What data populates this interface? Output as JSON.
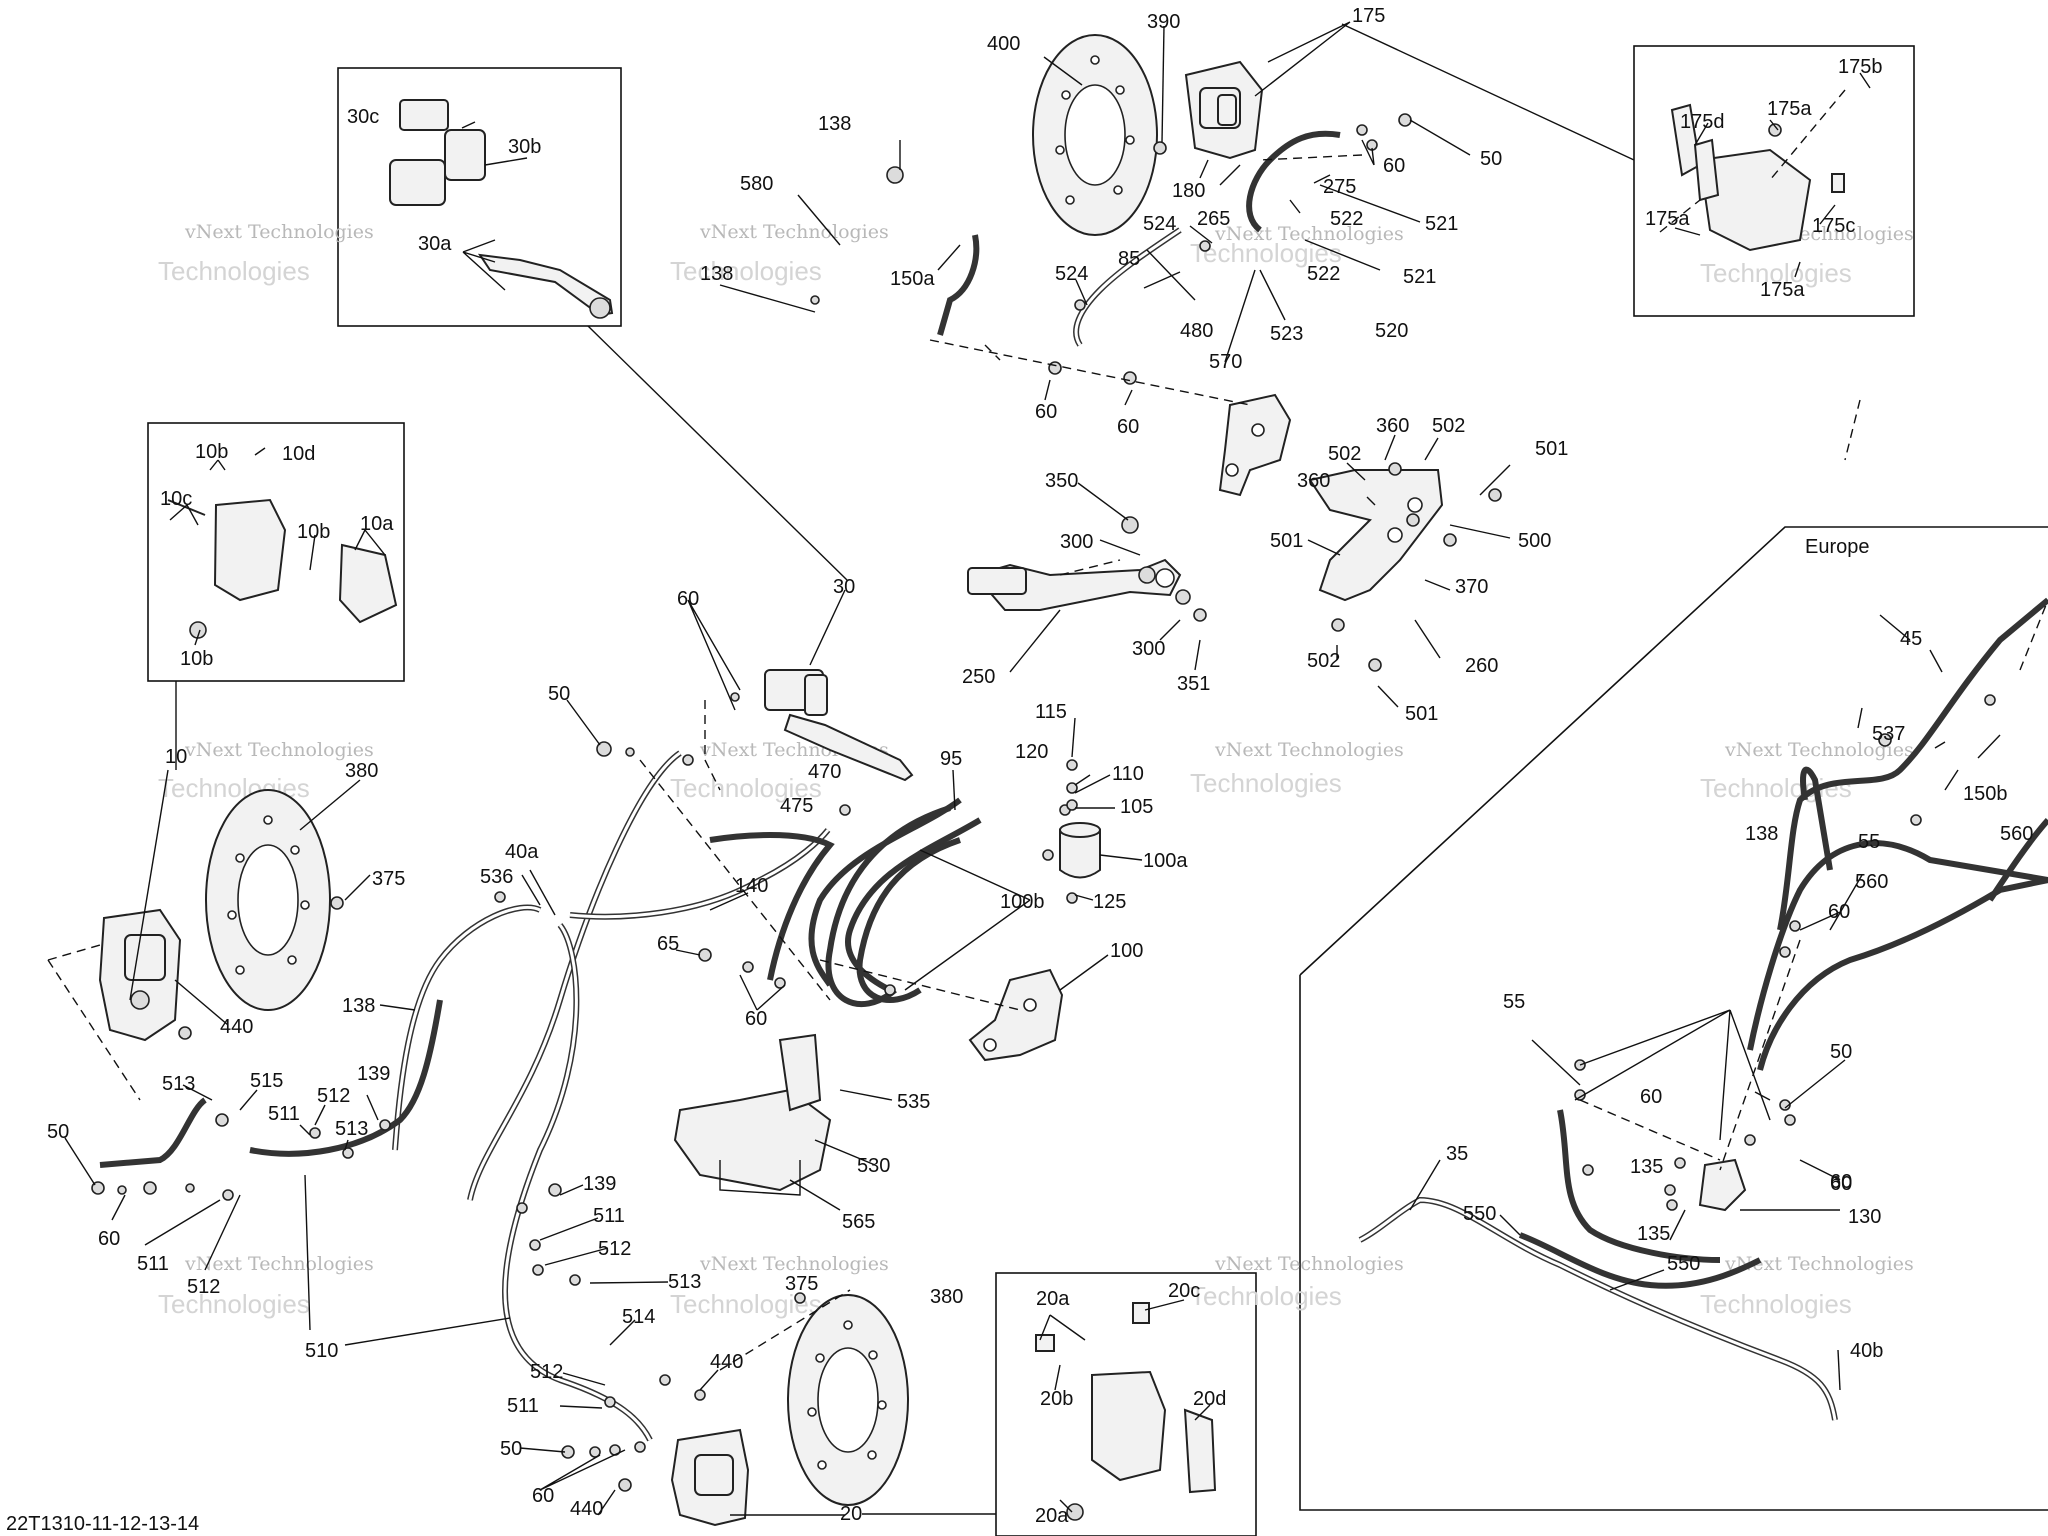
{
  "drawing_id": "22T1310-11-12-13-14",
  "region_label": "Europe",
  "watermark": {
    "line1": "vNext Technologies",
    "line2": "Technologies"
  },
  "callouts": {
    "c400": "400",
    "c390": "390",
    "c175top": "175",
    "c50a": "50",
    "c60a": "60",
    "c180": "180",
    "c275": "275",
    "c265": "265",
    "c521a": "521",
    "c522a": "522",
    "c524a": "524",
    "c522b": "522",
    "c521b": "521",
    "c85": "85",
    "c524b": "524",
    "c520": "520",
    "c523": "523",
    "c480": "480",
    "c570": "570",
    "c60b": "60",
    "c60c": "60",
    "c138a": "138",
    "c580": "580",
    "c138b": "138",
    "c150a": "150a",
    "c30c": "30c",
    "c30b": "30b",
    "c30a": "30a",
    "c175b": "175b",
    "c175d": "175d",
    "c175a1": "175a",
    "c175a2": "175a",
    "c175c": "175c",
    "c175a3": "175a",
    "c360a": "360",
    "c502a": "502",
    "c502b": "502",
    "c501a": "501",
    "c360b": "360",
    "c500": "500",
    "c501b": "501",
    "c370": "370",
    "c502c": "502",
    "c260": "260",
    "c501c": "501",
    "c350": "350",
    "c300a": "300",
    "c250": "250",
    "c300b": "300",
    "c351": "351",
    "c10b1": "10b",
    "c10d": "10d",
    "c10c": "10c",
    "c10b2": "10b",
    "c10a": "10a",
    "c10b3": "10b",
    "c10": "10",
    "c380a": "380",
    "c375": "375",
    "c440a": "440",
    "c60d": "60",
    "c30": "30",
    "c50b": "50",
    "c470": "470",
    "c95": "95",
    "c475": "475",
    "c115": "115",
    "c120": "120",
    "c110": "110",
    "c105": "105",
    "c100a": "100a",
    "c100b": "100b",
    "c125": "125",
    "c536": "536",
    "c40a": "40a",
    "c140": "140",
    "c65": "65",
    "c60e": "60",
    "c100": "100",
    "c138c": "138",
    "c535": "535",
    "c530": "530",
    "c565": "565",
    "c513a": "513",
    "c515": "515",
    "c512a": "512",
    "c511a": "511",
    "c513b": "513",
    "c139a": "139",
    "c50c": "50",
    "c60f": "60",
    "c511b": "511",
    "c512b": "512",
    "c510": "510",
    "c139b": "139",
    "c511c": "511",
    "c512c": "512",
    "c513c": "513",
    "c514": "514",
    "c512d": "512",
    "c511d": "511",
    "c50d": "50",
    "c60g": "60",
    "c440b": "440",
    "c440c": "440",
    "c20": "20",
    "c380b": "380",
    "c375b": "375",
    "c20a1": "20a",
    "c20c": "20c",
    "c20b": "20b",
    "c20d": "20d",
    "c20a2": "20a",
    "c45": "45",
    "c537": "537",
    "c150b": "150b",
    "c138d": "138",
    "c55a": "55",
    "c560a": "560",
    "c60h": "60",
    "c560b": "560",
    "c55b": "55",
    "c60i": "60",
    "c50e": "50",
    "c60j": "60",
    "c135a": "135",
    "c60k": "60",
    "c135b": "135",
    "c130": "130",
    "c35": "35",
    "c550a": "550",
    "c550b": "550",
    "c40b": "40b"
  }
}
